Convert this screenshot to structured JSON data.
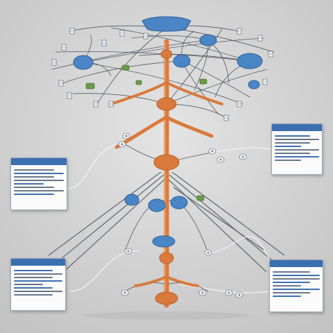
{
  "panels": [
    {
      "key": "top-right",
      "title": "",
      "lines": 8
    },
    {
      "key": "mid-left",
      "title": "",
      "lines": 8
    },
    {
      "key": "bottom-left",
      "title": "",
      "lines": 8
    },
    {
      "key": "bottom-right",
      "title": "",
      "lines": 10
    }
  ],
  "colors": {
    "spine": "#d97a3c",
    "spine_dark": "#b5622a",
    "node_blue": "#4a86c5",
    "node_blue_dark": "#2f5f96",
    "node_green": "#6a9a4a",
    "edge": "#5a6470",
    "panel_header": "#3c6fb0"
  },
  "icons": [
    "document-icon",
    "connector-icon",
    "junction-node-icon"
  ]
}
